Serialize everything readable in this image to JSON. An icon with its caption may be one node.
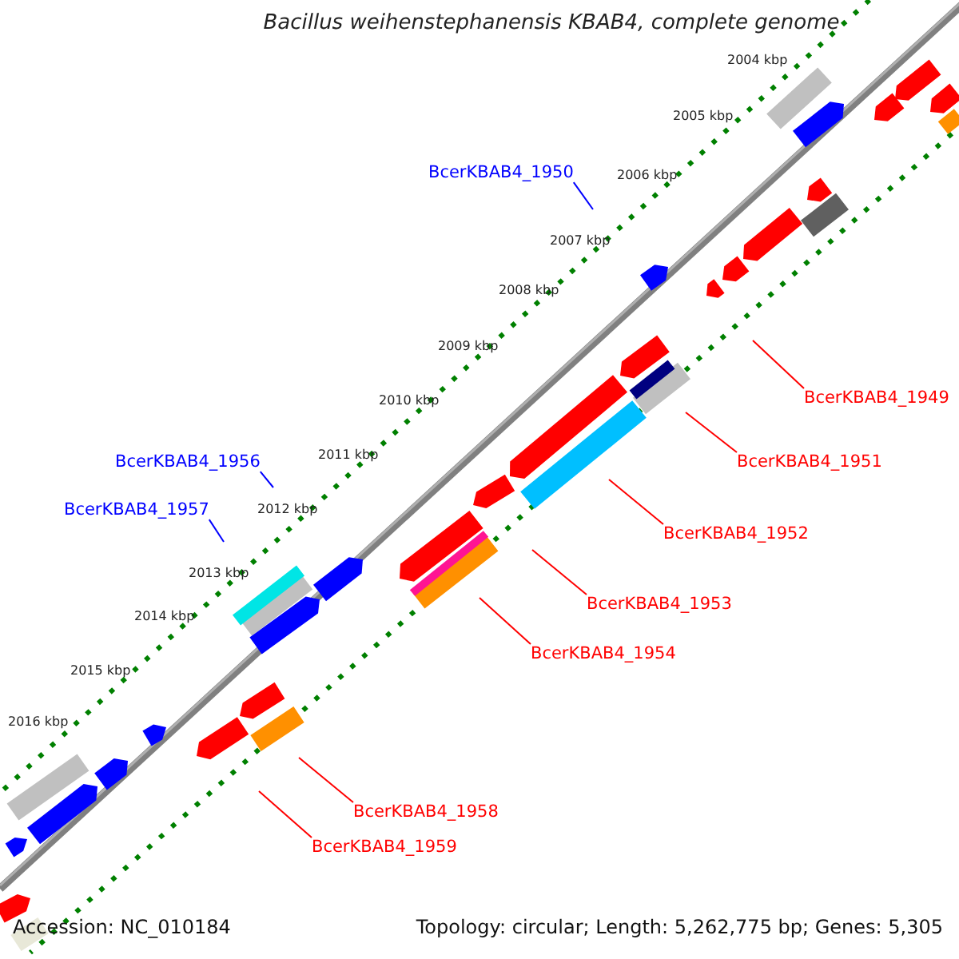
{
  "diagram": {
    "title": "Bacillus weihenstephanensis KBAB4, complete genome",
    "nodes": [
      {
        "text": [
          "BcerKBAB4_1950"
        ]
      },
      {
        "text": [
          "BcerKBAB4_1949"
        ]
      },
      {
        "text": [
          "BcerKBAB4_1956"
        ]
      },
      {
        "text": [
          "BcerKBAB4_1951"
        ]
      },
      {
        "text": [
          "BcerKBAB4_1957"
        ]
      },
      {
        "text": [
          "BcerKBAB4_1952"
        ]
      },
      {
        "text": [
          "BcerKBAB4_1953"
        ]
      },
      {
        "text": [
          "BcerKBAB4_1954"
        ]
      },
      {
        "text": [
          "BcerKBAB4_1958"
        ]
      },
      {
        "text": [
          "BcerKBAB4_1959"
        ]
      }
    ],
    "edges": [
      {
        "from": 0,
        "to": null,
        "arrow": "none",
        "color": "#0000ff"
      },
      {
        "from": 1,
        "to": null,
        "arrow": "none"
      },
      {
        "from": 2,
        "to": null,
        "arrow": "none",
        "color": "#0000ff"
      },
      {
        "from": 3,
        "to": null,
        "arrow": "none"
      },
      {
        "from": 4,
        "to": null,
        "arrow": "none",
        "color": "#0000ff"
      },
      {
        "from": 5,
        "to": null,
        "arrow": "none"
      },
      {
        "from": 6,
        "to": null,
        "arrow": "none"
      },
      {
        "from": 7,
        "to": null,
        "arrow": "none"
      },
      {
        "from": 8,
        "to": null,
        "arrow": "none"
      },
      {
        "from": 9,
        "to": null,
        "arrow": "none"
      }
    ],
    "labels": [
      "2004 kbp",
      "2005 kbp",
      "2006 kbp",
      "2007 kbp",
      "2008 kbp",
      "2009 kbp",
      "2010 kbp",
      "2011 kbp",
      "2012 kbp",
      "2013 kbp",
      "2014 kbp",
      "2015 kbp",
      "2016 kbp",
      "Accession: NC_010184",
      "Topology: circular; Length: 5,262,775 bp; Genes: 5,305"
    ]
  }
}
